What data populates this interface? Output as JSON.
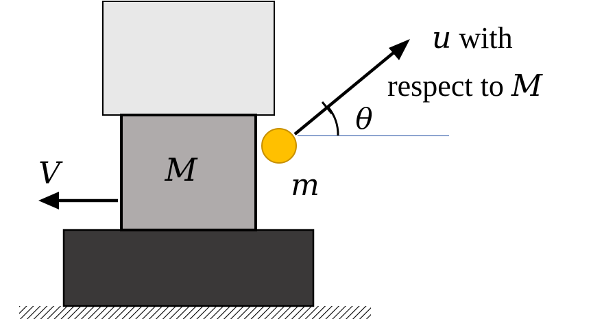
{
  "labels": {
    "mass_big": "M",
    "mass_small": "m",
    "velocity": "V",
    "angle": "θ",
    "u_symbol": "u",
    "u_with": " with",
    "respect_to": "respect to ",
    "respect_M": "M"
  },
  "colors": {
    "top_block": "#e8e8e8",
    "middle_block": "#afabab",
    "base_block": "#3a3838",
    "ball": "#ffc000",
    "ball_outline": "#c78f00",
    "reference_line": "#4a6fb5",
    "ink": "#000000"
  },
  "icons": {
    "velocity_arrow": "left-arrow-icon",
    "u_arrow": "diagonal-arrow-icon"
  }
}
